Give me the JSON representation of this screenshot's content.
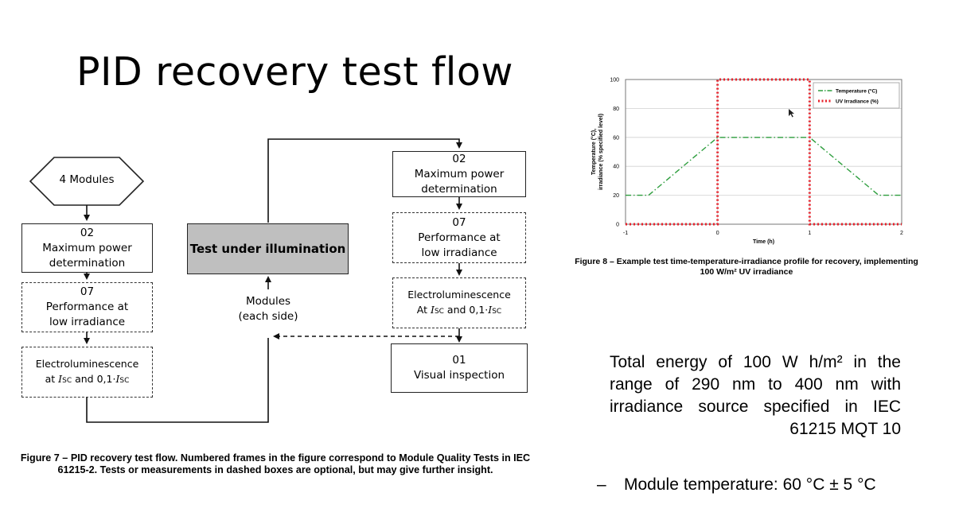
{
  "slide": {
    "title": "PID recovery test flow",
    "energy_text": "Total energy of 100 W h/m² in the range of 290 nm to 400 nm with irradiance source specified in IEC 61215 MQT 10",
    "bullet_dash": "–",
    "bullet_text": "Module temperature: 60 °C ± 5 °C"
  },
  "flow": {
    "start": "4 Modules",
    "left": {
      "mp_num": "02",
      "mp_l1": "Maximum power",
      "mp_l2": "determination",
      "lowirr_num": "07",
      "lowirr_l1": "Performance at",
      "lowirr_l2": "low irradiance",
      "el_l1": "Electroluminescence",
      "el_pre": "at ",
      "el_isc": "I",
      "el_sub": "SC",
      "el_mid": " and 0,1·",
      "el_isc2": "I",
      "el_sub2": "SC"
    },
    "center": {
      "test_label": "Test under illumination",
      "modules_l1": "Modules",
      "modules_l2": "(each side)"
    },
    "right": {
      "mp_num": "02",
      "mp_l1": "Maximum power",
      "mp_l2": "determination",
      "lowirr_num": "07",
      "lowirr_l1": "Performance at",
      "lowirr_l2": "low irradiance",
      "el_l1": "Electroluminescence",
      "el_pre": "At ",
      "el_isc": "I",
      "el_sub": "SC",
      "el_mid": " and 0,1·",
      "el_isc2": "I",
      "el_sub2": "SC",
      "vi_num": "01",
      "vi_label": "Visual inspection"
    }
  },
  "figure7_caption": "Figure 7 – PID recovery test flow. Numbered frames in the figure correspond to Module Quality Tests in IEC 61215-2. Tests or measurements in dashed boxes are optional, but may give further insight.",
  "figure8_caption_l1": "Figure 8 – Example test time-temperature-irradiance profile for recovery, implementing",
  "figure8_caption_l2": "100 W/m² UV irradiance",
  "chart_data": {
    "type": "line",
    "xlabel": "Time (h)",
    "ylabel_l1": "Temperature (°C),",
    "ylabel_l2": "irradiance (% specified  level)",
    "xlim": [
      -1,
      2
    ],
    "ylim": [
      0,
      100
    ],
    "x_ticks": [
      "-1",
      "0",
      "1",
      "2"
    ],
    "y_ticks": [
      "0",
      "20",
      "40",
      "60",
      "80",
      "100"
    ],
    "legend_position": "top-right",
    "grid": true,
    "series": [
      {
        "name": "Temperature (°C)",
        "color": "#2e9e3e",
        "style": "dash-dot",
        "x": [
          -1,
          -0.75,
          0,
          0.2,
          1,
          1.75,
          2
        ],
        "y": [
          20,
          20,
          60,
          60,
          60,
          20,
          20
        ]
      },
      {
        "name": "UV Irradiance (%)",
        "color": "#e8202a",
        "style": "dotted",
        "x": [
          -1,
          0,
          0,
          1,
          1,
          2
        ],
        "y": [
          0,
          0,
          100,
          100,
          0,
          0
        ]
      }
    ]
  }
}
